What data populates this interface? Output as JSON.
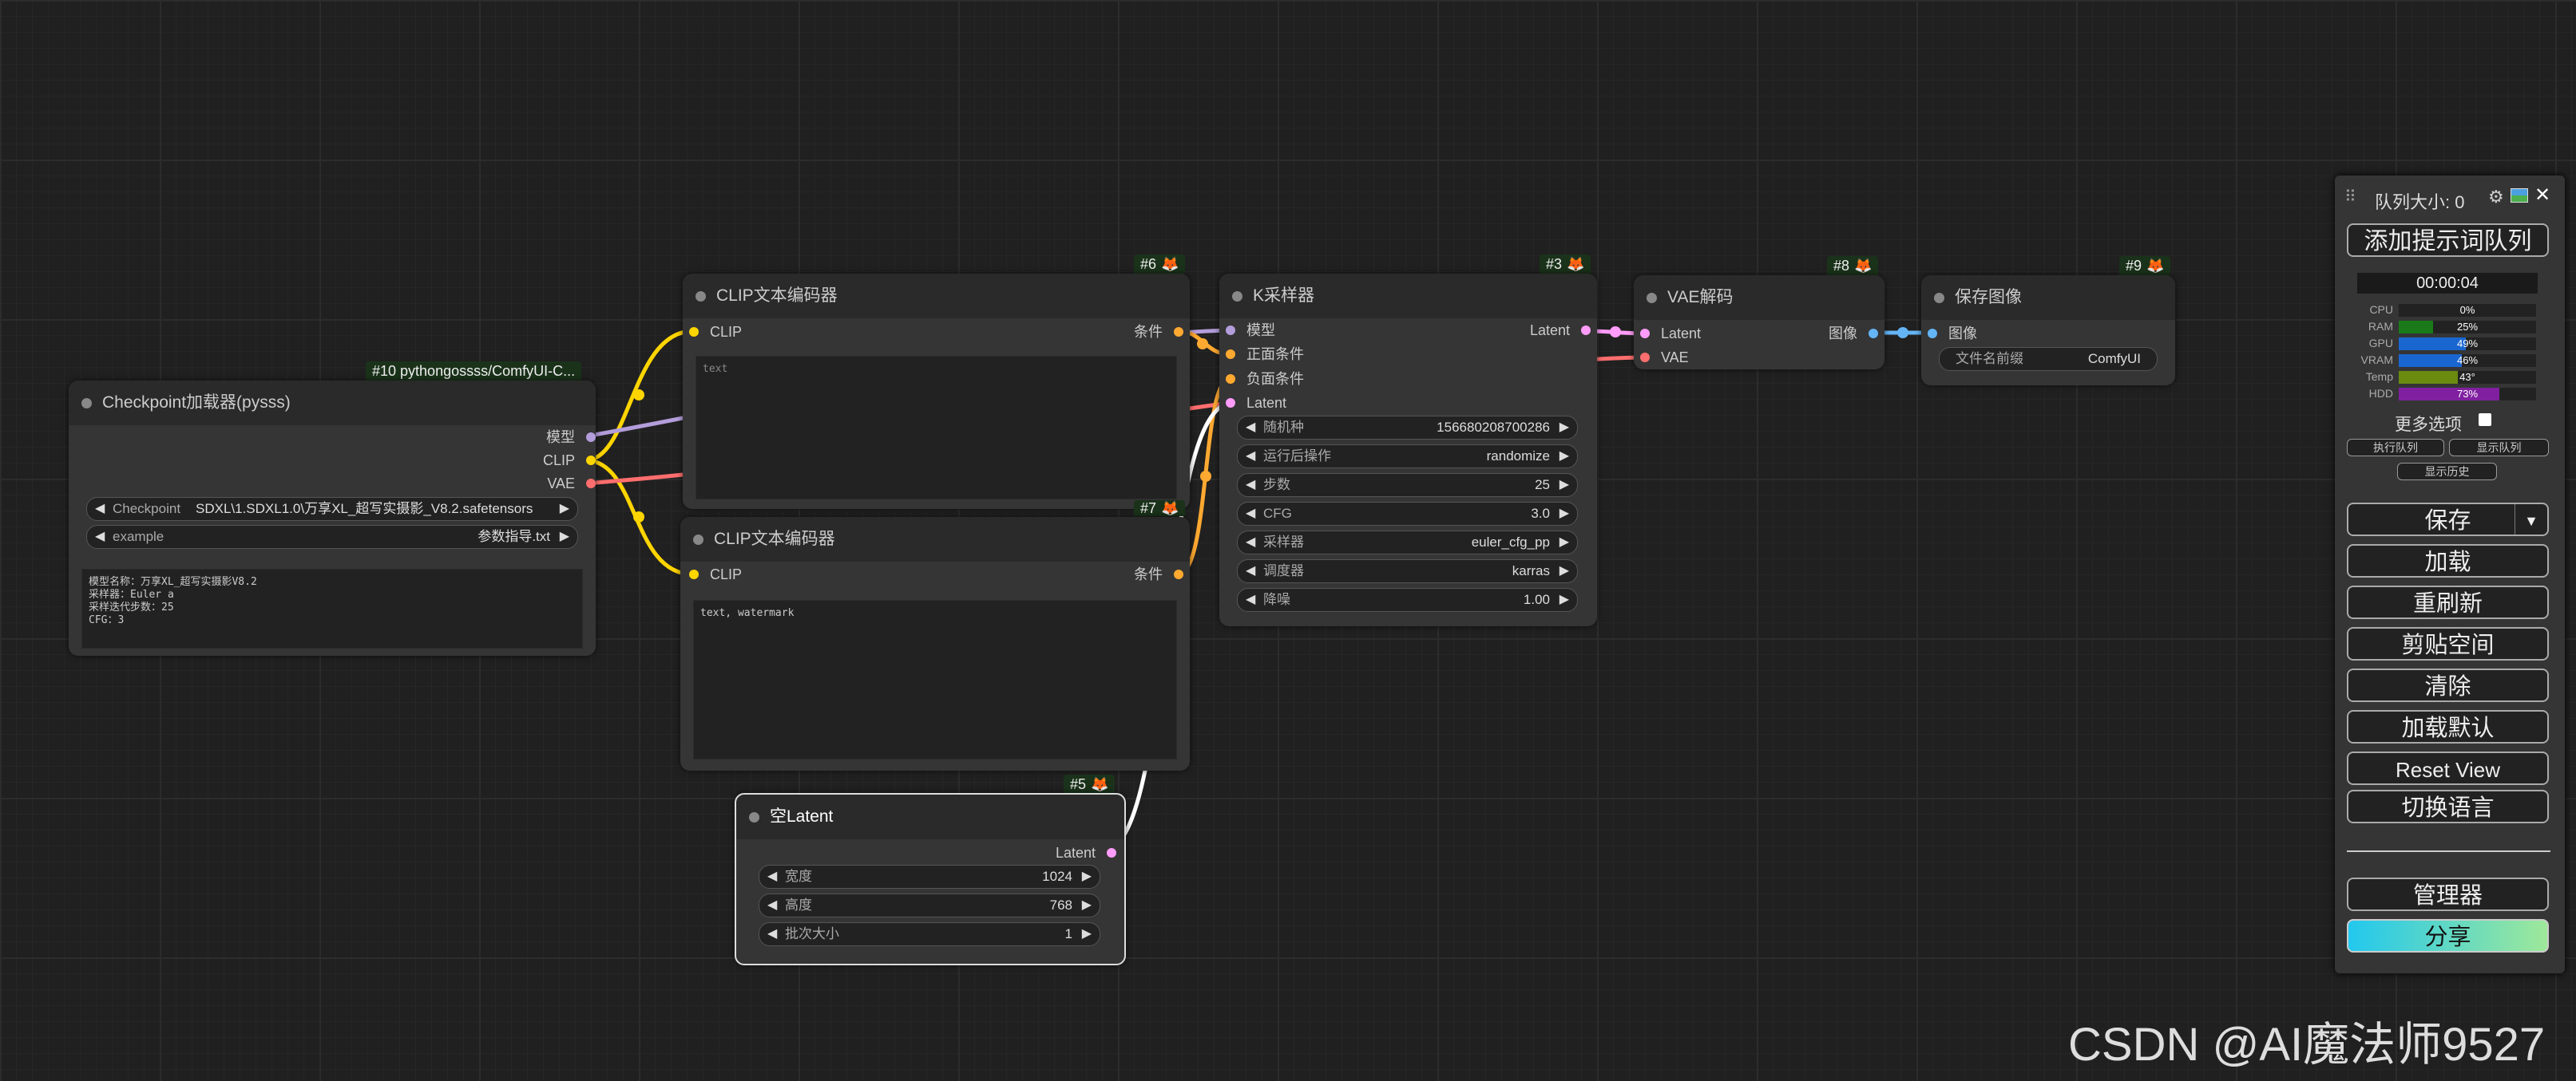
{
  "nodes": {
    "checkpoint": {
      "badge": "#10 pythongossss/ComfyUI-C...",
      "title": "Checkpoint加载器(pysss)",
      "outputs": {
        "model": "模型",
        "clip": "CLIP",
        "vae": "VAE"
      },
      "ckpt_label": "Checkpoint",
      "ckpt_value": "SDXL\\1.SDXL1.0\\万享XL_超写实摄影_V8.2.safetensors",
      "example_label": "example",
      "example_value": "参数指导.txt",
      "notes": "模型名称：万享XL_超写实摄影V8.2\n采样器：Euler a\n采样迭代步数：25\nCFG：3"
    },
    "clip_pos": {
      "badge": "#6",
      "title": "CLIP文本编码器",
      "input": "CLIP",
      "output": "条件",
      "text": "text"
    },
    "clip_neg": {
      "badge": "#7",
      "title": "CLIP文本编码器",
      "input": "CLIP",
      "output": "条件",
      "text": "text, watermark"
    },
    "ksampler": {
      "badge": "#3",
      "title": "K采样器",
      "inputs": {
        "model": "模型",
        "positive": "正面条件",
        "negative": "负面条件",
        "latent": "Latent"
      },
      "output": "Latent",
      "widgets": [
        {
          "label": "随机种",
          "value": "156680208700286"
        },
        {
          "label": "运行后操作",
          "value": "randomize"
        },
        {
          "label": "步数",
          "value": "25"
        },
        {
          "label": "CFG",
          "value": "3.0"
        },
        {
          "label": "采样器",
          "value": "euler_cfg_pp"
        },
        {
          "label": "调度器",
          "value": "karras"
        },
        {
          "label": "降噪",
          "value": "1.00"
        }
      ]
    },
    "vae_decode": {
      "badge": "#8",
      "title": "VAE解码",
      "inputs": {
        "latent": "Latent",
        "vae": "VAE"
      },
      "output": "图像"
    },
    "save_image": {
      "badge": "#9",
      "title": "保存图像",
      "input": "图像",
      "prefix_label": "文件名前缀",
      "prefix_value": "ComfyUI"
    },
    "empty_latent": {
      "badge": "#5",
      "title": "空Latent",
      "output": "Latent",
      "widgets": [
        {
          "label": "宽度",
          "value": "1024"
        },
        {
          "label": "高度",
          "value": "768"
        },
        {
          "label": "批次大小",
          "value": "1"
        }
      ]
    }
  },
  "panel": {
    "queue_size": "队列大小: 0",
    "queue_prompt": "添加提示词队列",
    "timer": "00:00:04",
    "stats": [
      {
        "label": "CPU",
        "value": "0%",
        "percent": 0,
        "color": "#1a8a1a"
      },
      {
        "label": "RAM",
        "value": "25%",
        "percent": 25,
        "color": "#1a7a1a"
      },
      {
        "label": "GPU",
        "value": "49%",
        "percent": 49,
        "color": "#1a66d0"
      },
      {
        "label": "VRAM",
        "value": "46%",
        "percent": 46,
        "color": "#1a66d0"
      },
      {
        "label": "Temp",
        "value": "43°",
        "percent": 43,
        "color": "#6a8a10"
      },
      {
        "label": "HDD",
        "value": "73%",
        "percent": 73,
        "color": "#8020a0"
      }
    ],
    "extra_options": "更多选项",
    "view_queue": "执行队列",
    "show_queue": "显示队列",
    "view_history": "显示历史",
    "buttons": {
      "save": "保存",
      "load": "加载",
      "refresh": "重刷新",
      "clipspace": "剪贴空间",
      "clear": "清除",
      "load_default": "加载默认",
      "reset_view": "Reset View",
      "switch_lang": "切换语言",
      "manager": "管理器",
      "share": "分享"
    }
  },
  "watermark": "CSDN @AI魔法师9527",
  "colors": {
    "clip_link": "#ffd500",
    "model_link": "#b39ddb",
    "vae_link": "#ff6e6e",
    "conditioning_link": "#ffa931",
    "latent_link": "#ff9cf9",
    "image_link": "#64b5f6"
  }
}
